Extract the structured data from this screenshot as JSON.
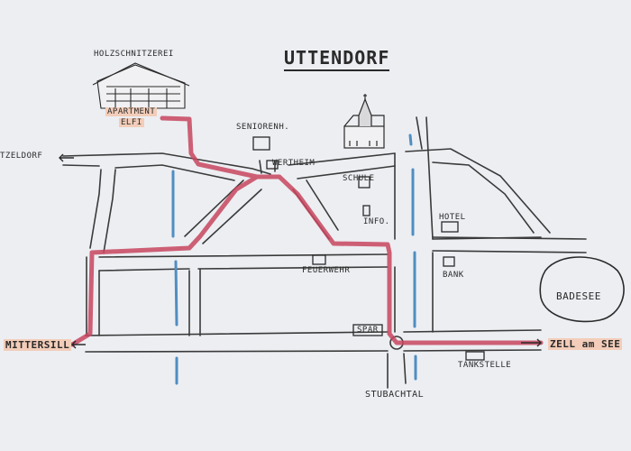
{
  "title": "UTTENDORF",
  "places": {
    "holzschnitzerei": "HOLZSCHNITZEREI",
    "apartment_line1": "APARTMENT",
    "apartment_line2": "ELFI",
    "seniorenheim": "SENIORENH.",
    "wertheim": "WERTHEIM",
    "schule": "SCHULE",
    "info": "INFO.",
    "hotel": "HOTEL",
    "feuerwehr": "FEUERWEHR",
    "bank": "BANK",
    "badesee": "BADESEE",
    "spar": "SPAR",
    "tankstelle": "TANKSTELLE"
  },
  "directions": {
    "west_top": "TZELDORF",
    "west_bottom": "MITTERSILL",
    "east": "ZELL am SEE",
    "south": "STUBACHTAL"
  },
  "colors": {
    "paper": "#eceef2",
    "ink": "#3a3a3a",
    "route": "#c8455f",
    "river": "#4f8ec2",
    "highlight": "#f3cdb9"
  }
}
